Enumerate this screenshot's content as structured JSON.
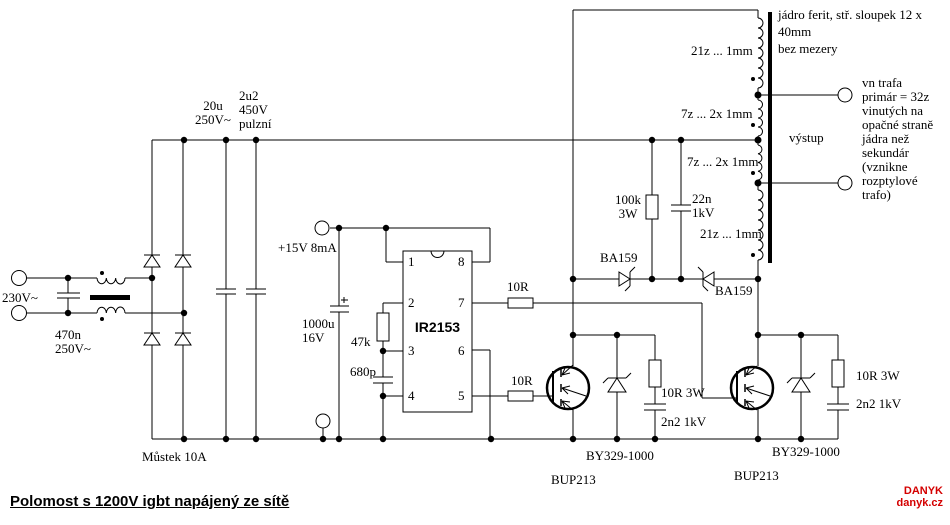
{
  "title": "Polomost s 1200V igbt napájený ze sítě",
  "watermark": {
    "text": "DANYK\ndanyk.cz",
    "color": "#d40000"
  },
  "input": {
    "mains": "230V~",
    "filter_cap": "470n\n250V~",
    "bridge": "Můstek 10A",
    "bus_cap1": "20u\n250V~",
    "bus_cap2": "2u2\n450V\npulzní"
  },
  "driver": {
    "supply": "+15V 8mA",
    "supply_cap": "1000u\n16V",
    "rt_resistor": "47k",
    "ct_cap": "680p",
    "ic": "IR2153",
    "pins": [
      "1",
      "2",
      "3",
      "4",
      "5",
      "6",
      "7",
      "8"
    ],
    "gate_resistor_high": "10R",
    "gate_resistor_low": "10R"
  },
  "clamp": {
    "resistor": "100k\n3W",
    "cap": "22n\n1kV",
    "diode_left": "BA159",
    "diode_right": "BA159"
  },
  "switch_left": {
    "igbt": "BUP213",
    "diode": "BY329-1000",
    "snubber_resistor": "10R 3W",
    "snubber_cap": "2n2 1kV"
  },
  "switch_right": {
    "igbt": "BUP213",
    "diode": "BY329-1000",
    "snubber_resistor": "10R 3W",
    "snubber_cap": "2n2 1kV"
  },
  "transformer": {
    "winding1": "21z ... 1mm",
    "winding2": "7z ... 2x 1mm",
    "winding3": "7z ... 2x 1mm",
    "winding4": "21z ... 1mm",
    "core_note": "jádro ferit, stř. sloupek 12 x 40mm\nbez mezery",
    "output_label": "výstup",
    "secondary_note": "vn trafa\nprimár = 32z\nvinutých na\nopačné straně\njádra než\nsekundár\n(vznikne\nrozptylové\ntrafo)"
  }
}
